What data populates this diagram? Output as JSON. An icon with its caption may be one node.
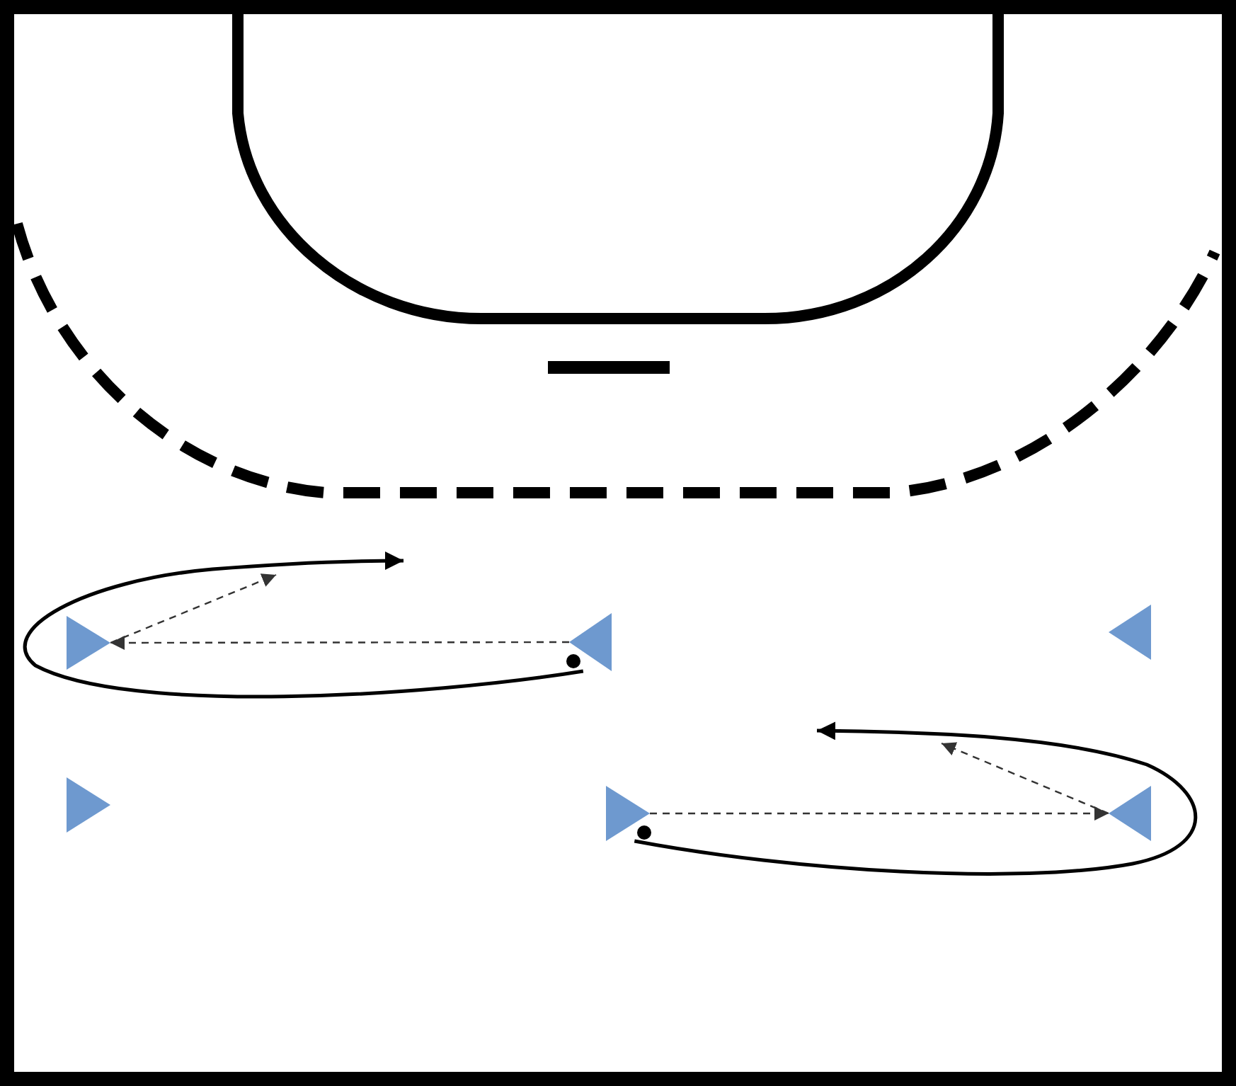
{
  "diagram": {
    "nodes": [
      {
        "text": [],
        "shape": "triangle"
      },
      {
        "text": [],
        "shape": "triangle"
      },
      {
        "text": [],
        "shape": "triangle"
      },
      {
        "text": [],
        "shape": "triangle"
      },
      {
        "text": [],
        "shape": "triangle"
      },
      {
        "text": [],
        "shape": "triangle"
      }
    ],
    "edges": [
      {
        "from": 1,
        "to": 0,
        "arrow": "to",
        "style": "dashed"
      },
      {
        "from": 0,
        "to": null,
        "arrow": "to",
        "style": "dashed"
      },
      {
        "from": 1,
        "to": null,
        "arrow": "to"
      },
      {
        "from": 4,
        "to": 5,
        "arrow": "to",
        "style": "dashed"
      },
      {
        "from": 5,
        "to": null,
        "arrow": "to",
        "style": "dashed"
      },
      {
        "from": 4,
        "to": null,
        "arrow": "to"
      }
    ]
  }
}
